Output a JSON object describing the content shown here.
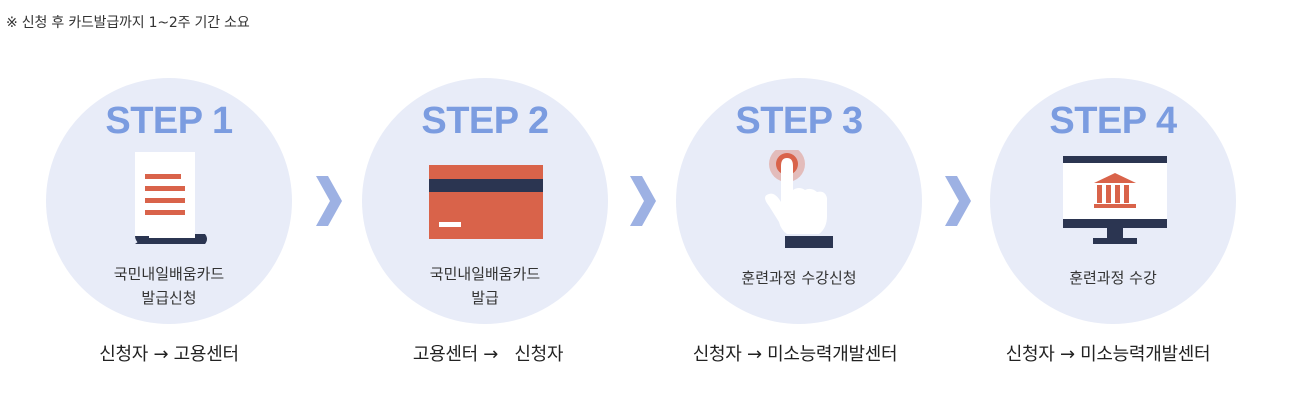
{
  "notice": "※ 신청 후 카드발급까지 1~2주 기간 소요",
  "steps": [
    {
      "title": "STEP 1",
      "label_lines": [
        "국민내일배움카드",
        "발급신청"
      ],
      "flow": "신청자 → 고용센터",
      "icon": "document-icon"
    },
    {
      "title": "STEP 2",
      "label_lines": [
        "국민내일배움카드",
        "발급"
      ],
      "flow": "고용센터 →   신청자",
      "icon": "credit-card-icon"
    },
    {
      "title": "STEP 3",
      "label_lines": [
        "훈련과정 수강신청"
      ],
      "flow": "신청자 → 미소능력개발센터",
      "icon": "hand-click-icon"
    },
    {
      "title": "STEP 4",
      "label_lines": [
        "훈련과정 수강"
      ],
      "flow": "신청자 → 미소능력개발센터",
      "icon": "monitor-building-icon"
    }
  ],
  "colors": {
    "circle_bg": "#e8ecf8",
    "step_title": "#7b9ce0",
    "accent": "#d9634a",
    "navy": "#2b3551",
    "arrow": "#9db1e3"
  }
}
